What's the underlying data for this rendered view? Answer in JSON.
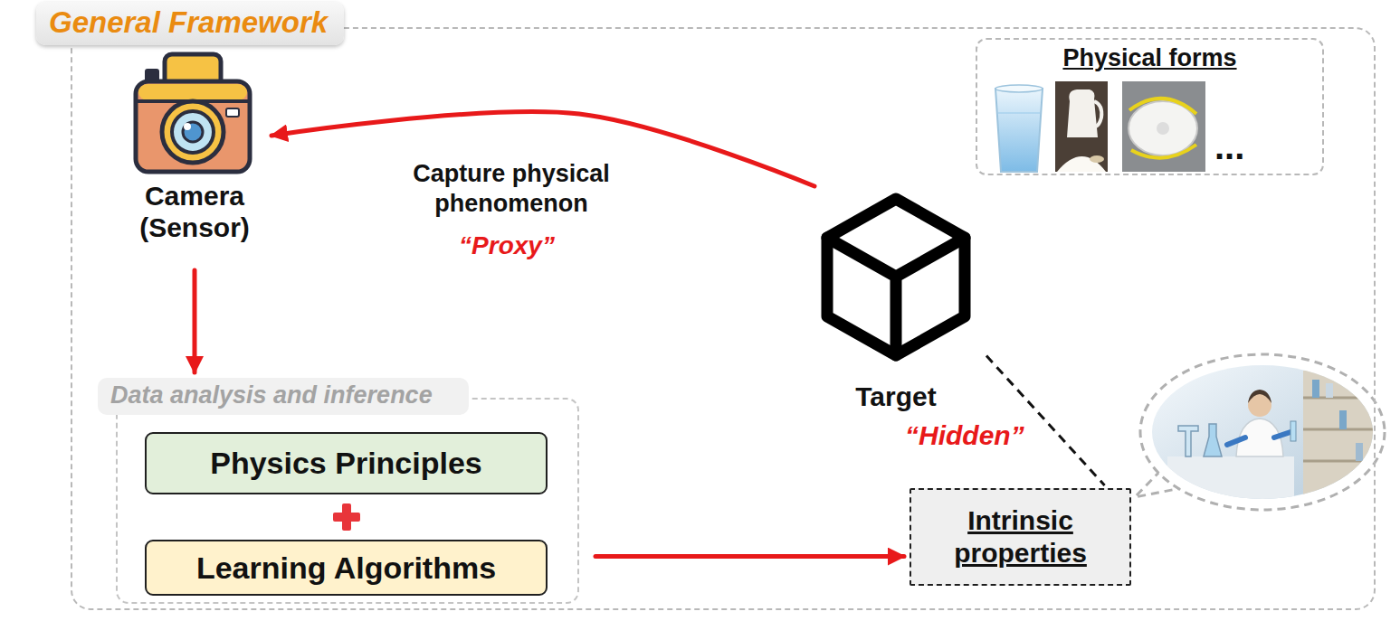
{
  "diagram": {
    "nodes": [
      {
        "text": [
          "General Framework"
        ]
      },
      {
        "text": [
          "Camera (Sensor)"
        ],
        "in": 0
      },
      {
        "text": [
          "Physical forms",
          "..."
        ],
        "in": 0
      },
      {
        "text": [
          "Target"
        ],
        "in": 0
      },
      {
        "text": [
          "Data analysis and inference"
        ],
        "in": 0
      },
      {
        "text": [
          "Physics Principles"
        ],
        "in": 4
      },
      {
        "text": [
          "Learning Algorithms"
        ],
        "in": 4
      },
      {
        "text": [
          "Intrinsic properties"
        ],
        "in": 0
      }
    ],
    "edges": [
      {
        "from": 3,
        "to": 1,
        "arrow": "to",
        "label": "Capture physical phenomenon"
      },
      {
        "from": 1,
        "to": 4,
        "arrow": "to"
      },
      {
        "from": 4,
        "to": 7,
        "arrow": "to"
      },
      {
        "from": 3,
        "to": 7,
        "arrow": "none"
      }
    ],
    "labels": [
      "“Proxy”",
      "“Hidden”"
    ]
  }
}
